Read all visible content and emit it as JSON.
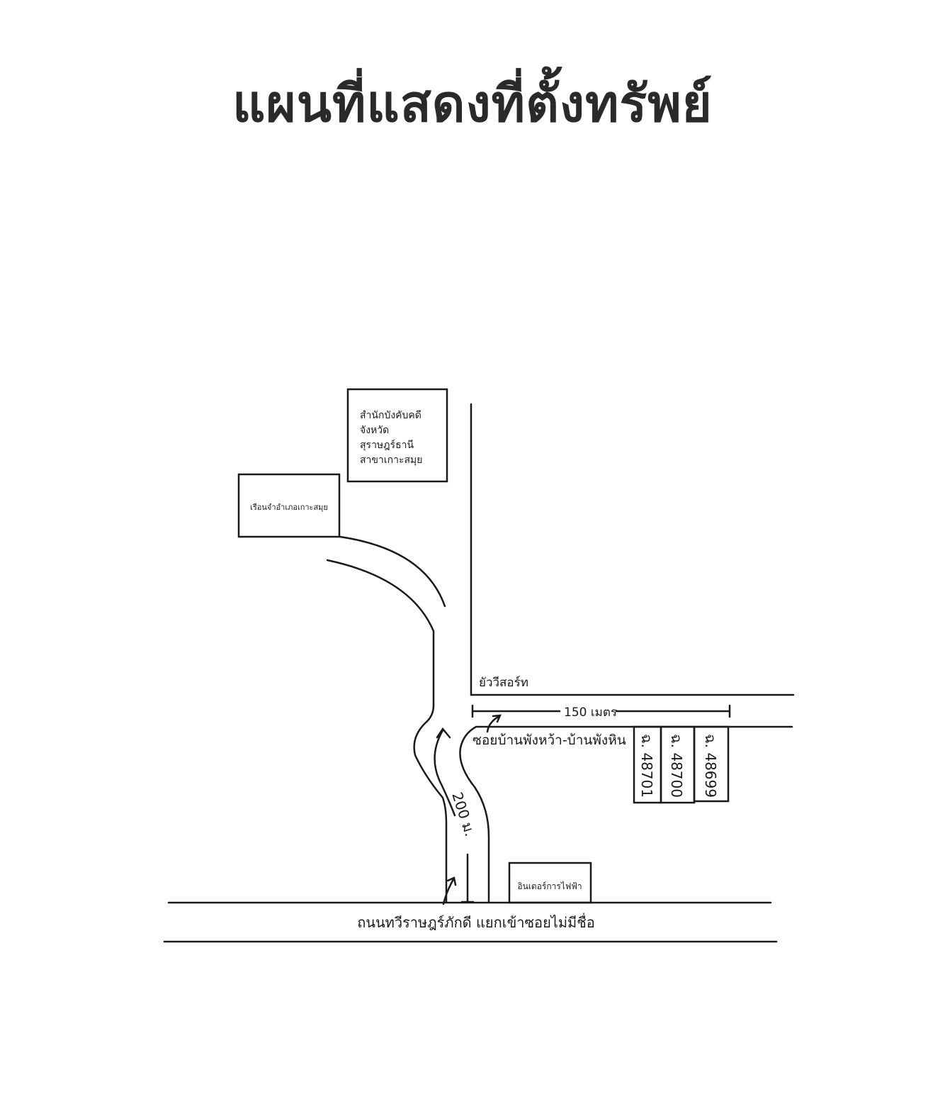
{
  "title": "แผนที่แสดงที่ตั้งทรัพย์",
  "landmarks": {
    "office": [
      "สำนักบังคับคดี",
      "จังหวัด",
      "สุราษฎร์ธานี",
      "สาขาเกาะสมุย"
    ],
    "prison": "เรือนจำอำเภอเกาะสมุย",
    "resort": "ยัววีสอร์ท",
    "electric": "อินเตอร์การไฟฟ้า"
  },
  "roads": {
    "main": "ถนนทวีราษฎร์ภักดี แยกเข้าซอยไม่มีชื่อ",
    "soi": "ซอยบ้านพังหว้า-บ้านพังหิน"
  },
  "distances": {
    "soi_length": "150 เมตร",
    "access_length": "200 ม."
  },
  "parcels": [
    "ฉ. 48701",
    "ฉ. 48700",
    "ฉ. 48699"
  ],
  "colors": {
    "ink": "#1a1a1a",
    "paper": "#ffffff"
  }
}
